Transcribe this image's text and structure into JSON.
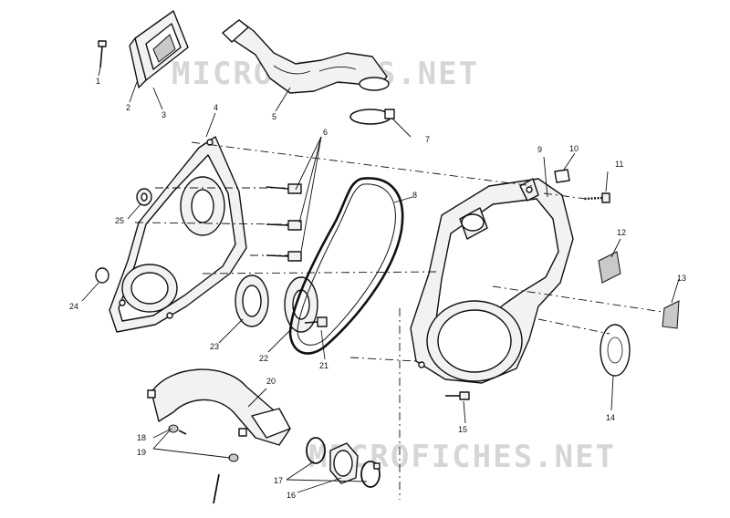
{
  "watermark": {
    "text_top": "MICROFICHES.NET",
    "text_bottom": "MICROFICHES.NET",
    "color": "#d6d6d6"
  },
  "callouts": {
    "c1": "1",
    "c2": "2",
    "c3": "3",
    "c4": "4",
    "c5": "5",
    "c6": "6",
    "c7": "7",
    "c8": "8",
    "c9": "9",
    "c10": "10",
    "c11": "11",
    "c12": "12",
    "c13": "13",
    "c14": "14",
    "c15": "15",
    "c16": "16",
    "c17": "17",
    "c18": "18",
    "c19": "19",
    "c20": "20",
    "c21": "21",
    "c22": "22",
    "c23": "23",
    "c24": "24",
    "c25": "25"
  }
}
